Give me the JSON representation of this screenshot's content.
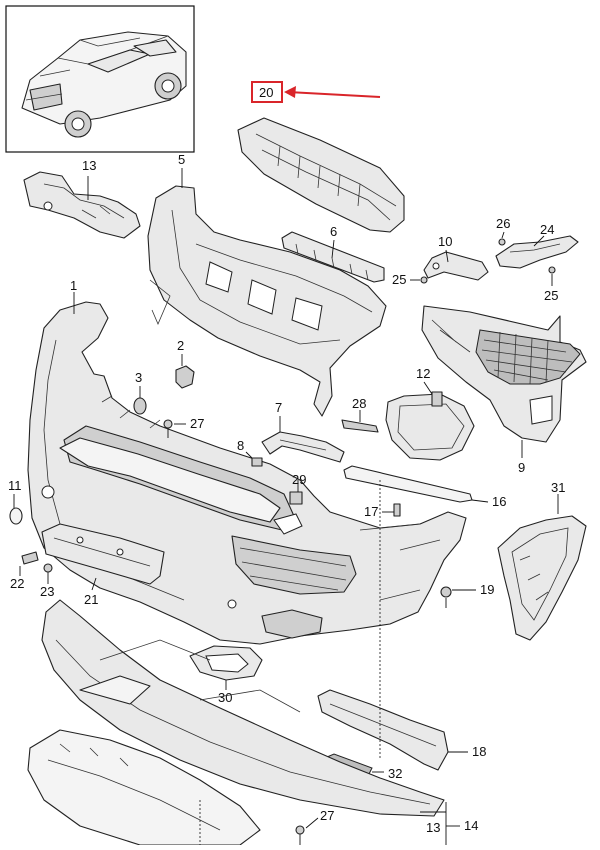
{
  "callouts": {
    "c1": "1",
    "c2": "2",
    "c3": "3",
    "c5": "5",
    "c6": "6",
    "c7": "7",
    "c8": "8",
    "c9": "9",
    "c10": "10",
    "c11": "11",
    "c12": "12",
    "c13": "13",
    "c13b": "13",
    "c14": "14",
    "c16": "16",
    "c17": "17",
    "c18": "18",
    "c19": "19",
    "c20": "20",
    "c21": "21",
    "c22": "22",
    "c23": "23",
    "c24": "24",
    "c25a": "25",
    "c25b": "25",
    "c26": "26",
    "c27a": "27",
    "c27b": "27",
    "c28": "28",
    "c29": "29",
    "c30": "30",
    "c31": "31",
    "c32": "32"
  },
  "highlight": {
    "color": "#d9252a"
  },
  "colors": {
    "line": "#222222",
    "fill": "#e9e9e9",
    "background": "#ffffff"
  }
}
